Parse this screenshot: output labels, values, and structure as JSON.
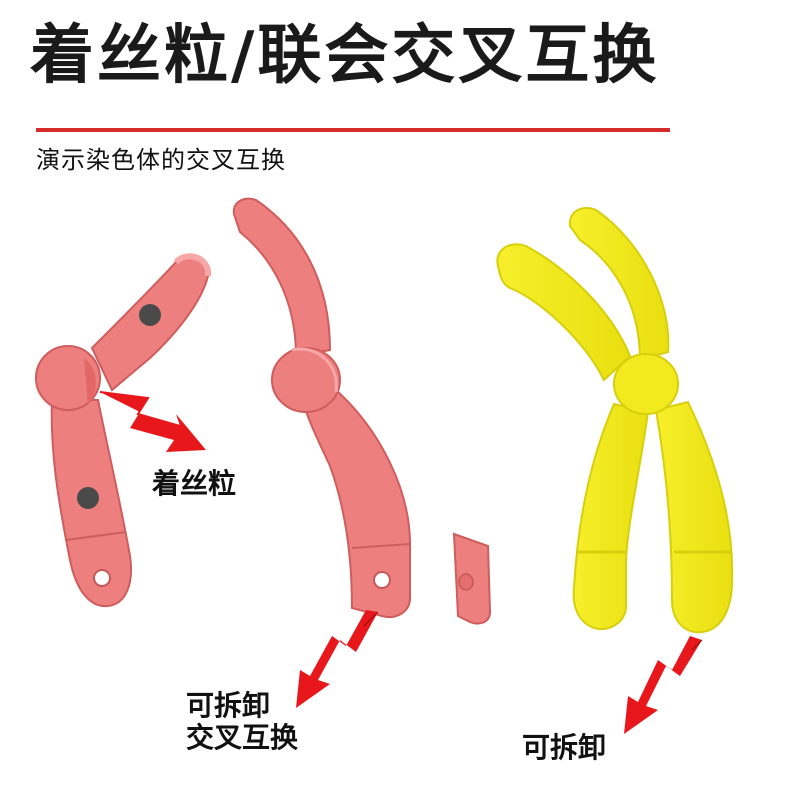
{
  "header": {
    "title": "着丝粒/联会交叉互换",
    "subtitle": "演示染色体的交叉互换"
  },
  "labels": {
    "centromere": "着丝粒",
    "detachable_exchange_line1": "可拆卸",
    "detachable_exchange_line2": "交叉互换",
    "detachable": "可拆卸"
  },
  "colors": {
    "accent_rule": "#d62b2b",
    "pink_chromosome": "#ee7f7f",
    "yellow_chromosome": "#f2ea1c",
    "arrow_red": "#e8171b",
    "magnet_dot": "#4a4a4a"
  }
}
